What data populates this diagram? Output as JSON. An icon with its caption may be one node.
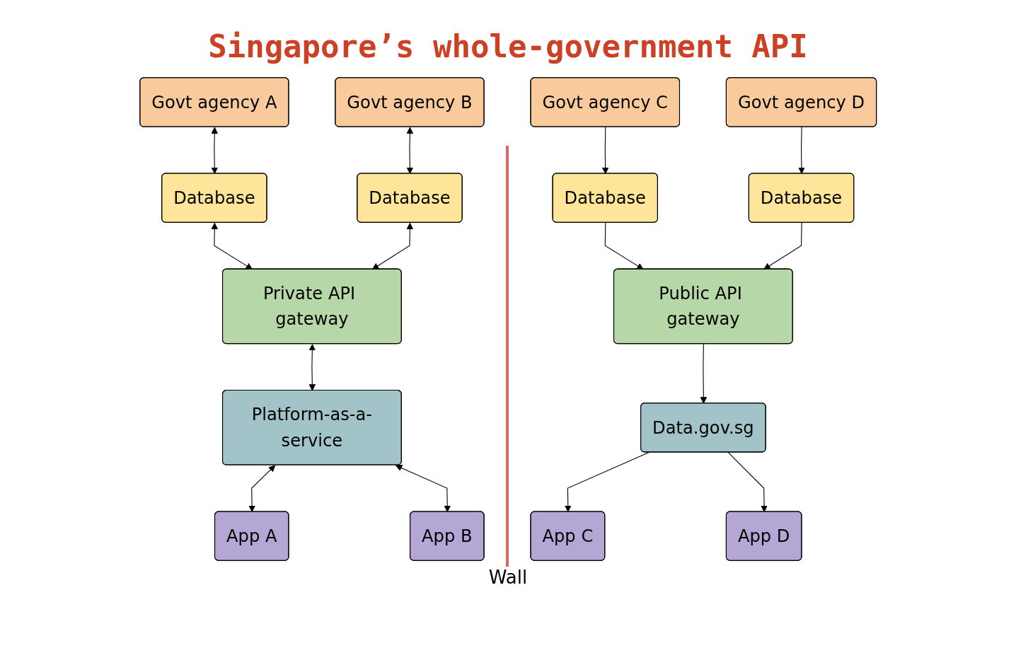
{
  "diagram": {
    "title": "Singapore’s whole-government API",
    "nodes": [
      {
        "text": [
          "Govt agency A"
        ]
      },
      {
        "text": [
          "Govt agency B"
        ]
      },
      {
        "text": [
          "Database"
        ]
      },
      {
        "text": [
          "Database"
        ]
      },
      {
        "text": [
          "Private API gateway"
        ]
      },
      {
        "text": [
          "Platform-as-a-service"
        ]
      },
      {
        "text": [
          "App A"
        ]
      },
      {
        "text": [
          "App B"
        ]
      },
      {
        "text": [
          "Govt agency C"
        ]
      },
      {
        "text": [
          "Govt agency D"
        ]
      },
      {
        "text": [
          "Database"
        ]
      },
      {
        "text": [
          "Database"
        ]
      },
      {
        "text": [
          "Public API gateway"
        ]
      },
      {
        "text": [
          "Data.gov.sg"
        ]
      },
      {
        "text": [
          "App C"
        ]
      },
      {
        "text": [
          "App D"
        ]
      }
    ],
    "edges": [
      {
        "from": 0,
        "to": 2,
        "arrow": "both"
      },
      {
        "from": 1,
        "to": 3,
        "arrow": "both"
      },
      {
        "from": 2,
        "to": 4,
        "arrow": "both"
      },
      {
        "from": 3,
        "to": 4,
        "arrow": "both"
      },
      {
        "from": 4,
        "to": 5,
        "arrow": "both"
      },
      {
        "from": 5,
        "to": 6,
        "arrow": "both"
      },
      {
        "from": 5,
        "to": 7,
        "arrow": "both"
      },
      {
        "from": 8,
        "to": 10,
        "arrow": "to"
      },
      {
        "from": 9,
        "to": 11,
        "arrow": "to"
      },
      {
        "from": 10,
        "to": 12,
        "arrow": "to"
      },
      {
        "from": 11,
        "to": 12,
        "arrow": "to"
      },
      {
        "from": 12,
        "to": 13,
        "arrow": "to"
      },
      {
        "from": 13,
        "to": 14,
        "arrow": "to"
      },
      {
        "from": 13,
        "to": 15,
        "arrow": "to"
      }
    ],
    "labels": [
      "Wall"
    ]
  }
}
